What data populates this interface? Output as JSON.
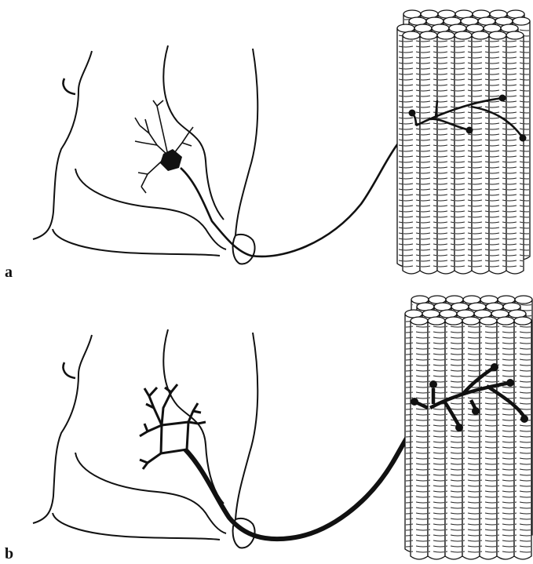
{
  "figure": {
    "panels": [
      {
        "label": "a",
        "neuron_style": "thin"
      },
      {
        "label": "b",
        "neuron_style": "thick"
      }
    ],
    "colors": {
      "ink": "#111111",
      "background": "#ffffff"
    }
  }
}
